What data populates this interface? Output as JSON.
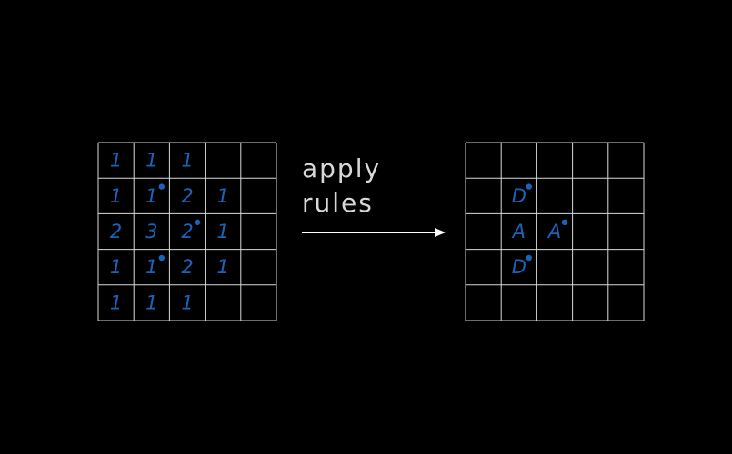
{
  "colors": {
    "background": "#000000",
    "grid": "#d9d9d9",
    "ink": "#1a63b8",
    "label": "#d8d8d8",
    "arrow": "#ffffff"
  },
  "arrow_label": {
    "line1": "apply",
    "line2": "rules"
  },
  "left_grid": {
    "rows": 5,
    "cols": 5,
    "cells": [
      [
        "1",
        "1",
        "1",
        "",
        ""
      ],
      [
        "1",
        "1",
        "2",
        "1",
        ""
      ],
      [
        "2",
        "3",
        "2",
        "1",
        ""
      ],
      [
        "1",
        "1",
        "2",
        "1",
        ""
      ],
      [
        "1",
        "1",
        "1",
        "",
        ""
      ]
    ],
    "marked": [
      [
        1,
        1
      ],
      [
        2,
        2
      ],
      [
        3,
        1
      ]
    ]
  },
  "right_grid": {
    "rows": 5,
    "cols": 5,
    "cells": [
      [
        "",
        "",
        "",
        "",
        ""
      ],
      [
        "",
        "D",
        "",
        "",
        ""
      ],
      [
        "",
        "A",
        "A",
        "",
        ""
      ],
      [
        "",
        "D",
        "",
        "",
        ""
      ],
      [
        "",
        "",
        "",
        "",
        ""
      ]
    ],
    "marked": [
      [
        1,
        1
      ],
      [
        2,
        2
      ],
      [
        3,
        1
      ]
    ]
  }
}
